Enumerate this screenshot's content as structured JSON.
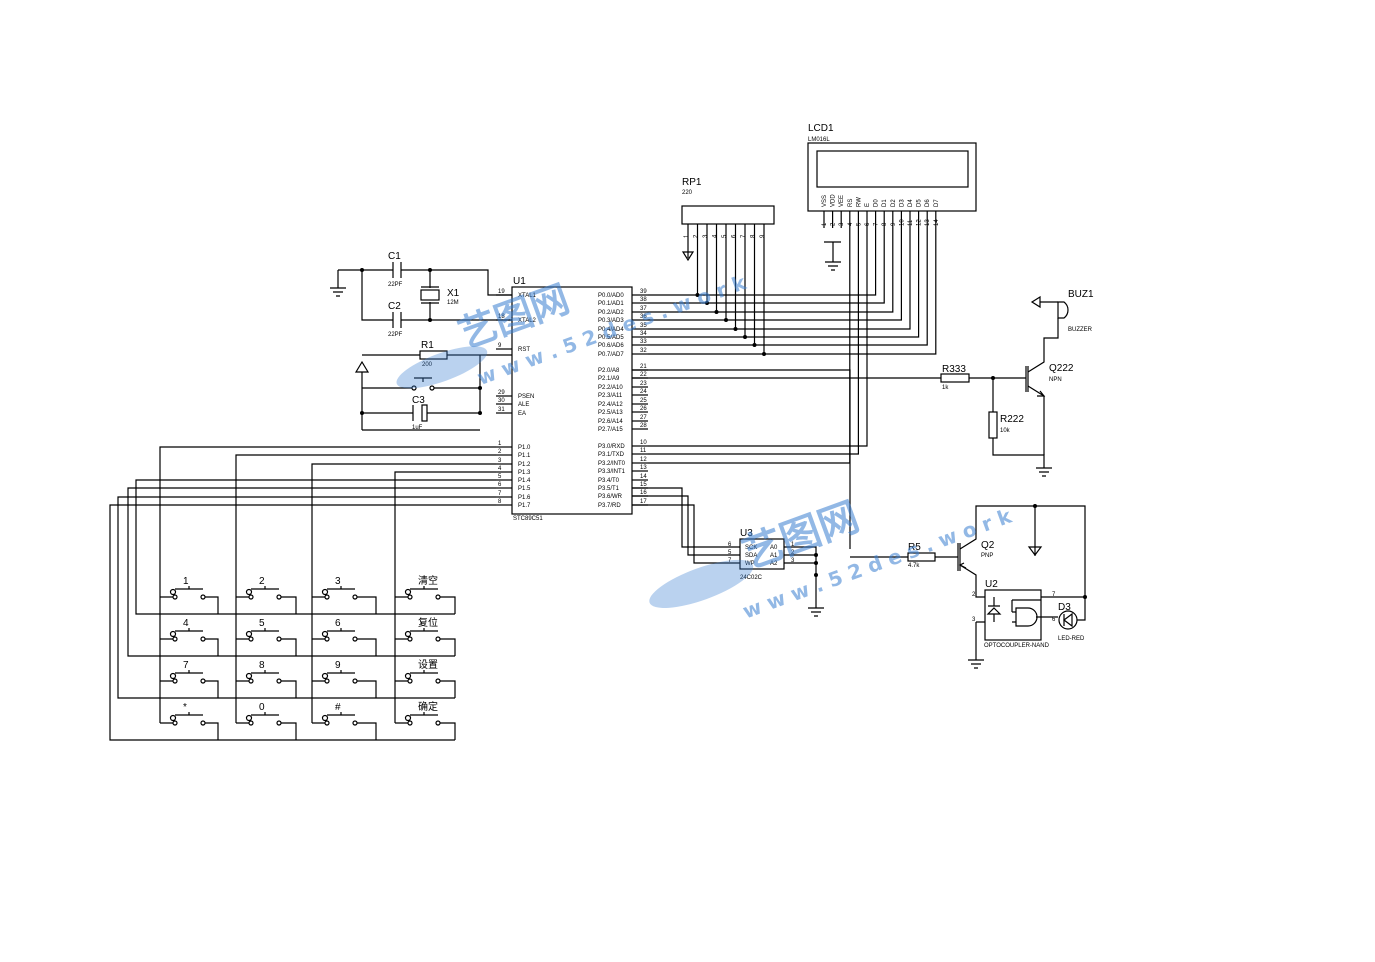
{
  "components": {
    "u1": {
      "ref": "U1",
      "part": "STC89C51",
      "pins_left": [
        {
          "num": "19",
          "name": "XTAL1"
        },
        {
          "num": "18",
          "name": "XTAL2"
        },
        {
          "num": "9",
          "name": "RST"
        },
        {
          "num": "29",
          "name": "PSEN"
        },
        {
          "num": "30",
          "name": "ALE"
        },
        {
          "num": "31",
          "name": "EA"
        },
        {
          "num": "1",
          "name": "P1.0"
        },
        {
          "num": "2",
          "name": "P1.1"
        },
        {
          "num": "3",
          "name": "P1.2"
        },
        {
          "num": "4",
          "name": "P1.3"
        },
        {
          "num": "5",
          "name": "P1.4"
        },
        {
          "num": "6",
          "name": "P1.5"
        },
        {
          "num": "7",
          "name": "P1.6"
        },
        {
          "num": "8",
          "name": "P1.7"
        }
      ],
      "pins_right": [
        {
          "num": "39",
          "name": "P0.0/AD0"
        },
        {
          "num": "38",
          "name": "P0.1/AD1"
        },
        {
          "num": "37",
          "name": "P0.2/AD2"
        },
        {
          "num": "36",
          "name": "P0.3/AD3"
        },
        {
          "num": "35",
          "name": "P0.4/AD4"
        },
        {
          "num": "34",
          "name": "P0.5/AD5"
        },
        {
          "num": "33",
          "name": "P0.6/AD6"
        },
        {
          "num": "32",
          "name": "P0.7/AD7"
        },
        {
          "num": "21",
          "name": "P2.0/A8"
        },
        {
          "num": "22",
          "name": "P2.1/A9"
        },
        {
          "num": "23",
          "name": "P2.2/A10"
        },
        {
          "num": "24",
          "name": "P2.3/A11"
        },
        {
          "num": "25",
          "name": "P2.4/A12"
        },
        {
          "num": "26",
          "name": "P2.5/A13"
        },
        {
          "num": "27",
          "name": "P2.6/A14"
        },
        {
          "num": "28",
          "name": "P2.7/A15"
        },
        {
          "num": "10",
          "name": "P3.0/RXD"
        },
        {
          "num": "11",
          "name": "P3.1/TXD"
        },
        {
          "num": "12",
          "name": "P3.2/INT0"
        },
        {
          "num": "13",
          "name": "P3.3/INT1"
        },
        {
          "num": "14",
          "name": "P3.4/T0"
        },
        {
          "num": "15",
          "name": "P3.5/T1"
        },
        {
          "num": "16",
          "name": "P3.6/WR"
        },
        {
          "num": "17",
          "name": "P3.7/RD"
        }
      ]
    },
    "c1": {
      "ref": "C1",
      "value": "22PF"
    },
    "c2": {
      "ref": "C2",
      "value": "22PF"
    },
    "c3": {
      "ref": "C3",
      "value": "1uF"
    },
    "x1": {
      "ref": "X1",
      "value": "12M"
    },
    "r1": {
      "ref": "R1",
      "value": "200"
    },
    "rp1": {
      "ref": "RP1",
      "value": "220",
      "pins": [
        "1",
        "2",
        "3",
        "4",
        "5",
        "6",
        "7",
        "8",
        "9"
      ]
    },
    "lcd1": {
      "ref": "LCD1",
      "part": "LM016L",
      "pins": [
        {
          "num": "1",
          "name": "VSS"
        },
        {
          "num": "2",
          "name": "VDD"
        },
        {
          "num": "3",
          "name": "VEE"
        },
        {
          "num": "4",
          "name": "RS"
        },
        {
          "num": "5",
          "name": "RW"
        },
        {
          "num": "6",
          "name": "E"
        },
        {
          "num": "7",
          "name": "D0"
        },
        {
          "num": "8",
          "name": "D1"
        },
        {
          "num": "9",
          "name": "D2"
        },
        {
          "num": "10",
          "name": "D3"
        },
        {
          "num": "11",
          "name": "D4"
        },
        {
          "num": "12",
          "name": "D5"
        },
        {
          "num": "13",
          "name": "D6"
        },
        {
          "num": "14",
          "name": "D7"
        }
      ]
    },
    "buz1": {
      "ref": "BUZ1",
      "part": "BUZZER"
    },
    "q222": {
      "ref": "Q222",
      "type": "NPN"
    },
    "r333": {
      "ref": "R333",
      "value": "1k"
    },
    "r222": {
      "ref": "R222",
      "value": "10k"
    },
    "u3": {
      "ref": "U3",
      "part": "24C02C",
      "pins_left": [
        {
          "num": "6",
          "name": "SCK"
        },
        {
          "num": "5",
          "name": "SDA"
        },
        {
          "num": "7",
          "name": "WP"
        }
      ],
      "pins_right": [
        {
          "num": "1",
          "name": "A0"
        },
        {
          "num": "2",
          "name": "A1"
        },
        {
          "num": "3",
          "name": "A2"
        }
      ]
    },
    "q2": {
      "ref": "Q2",
      "type": "PNP"
    },
    "r5": {
      "ref": "R5",
      "value": "4.7k"
    },
    "u2": {
      "ref": "U2",
      "part": "OPTOCOUPLER-NAND",
      "pins": [
        "2",
        "3",
        "7",
        "6"
      ]
    },
    "d3": {
      "ref": "D3",
      "part": "LED-RED"
    }
  },
  "keypad": {
    "keys": [
      [
        "1",
        "2",
        "3",
        "清空"
      ],
      [
        "4",
        "5",
        "6",
        "复位"
      ],
      [
        "7",
        "8",
        "9",
        "设置"
      ],
      [
        "*",
        "0",
        "#",
        "确定"
      ]
    ]
  },
  "watermark": {
    "brand": "艺图网",
    "url": "w w w . 5 2 d e s . w o r k"
  },
  "colors": {
    "ink": "#000000",
    "watermark": "#3a7fd0"
  }
}
